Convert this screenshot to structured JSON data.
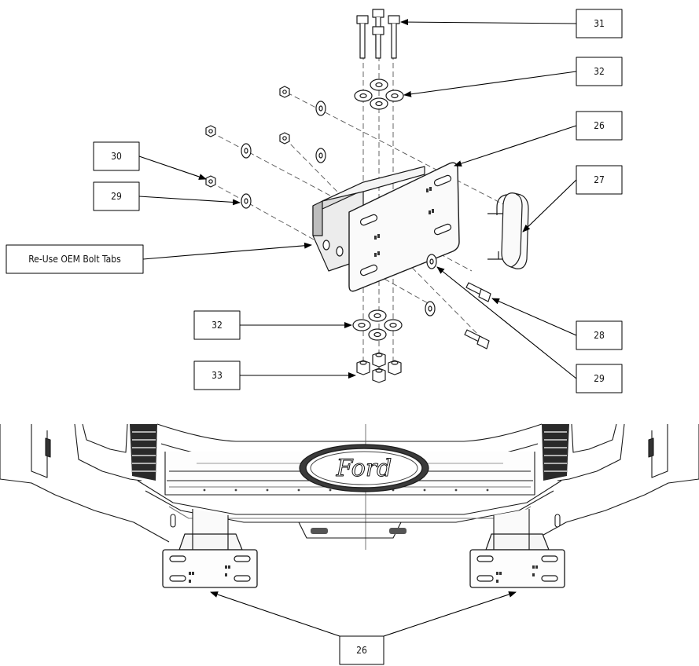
{
  "callouts": {
    "c31": "31",
    "c32_top": "32",
    "c26_top": "26",
    "c30": "30",
    "c27": "27",
    "c29_left": "29",
    "c_reuse": "Re-Use OEM Bolt Tabs",
    "c28": "28",
    "c32_bottom": "32",
    "c29_right": "29",
    "c33": "33",
    "c26_bottom": "26"
  },
  "emblem": {
    "text": "Ford"
  },
  "colors": {
    "line": "#1a1a1a",
    "fill_light": "#f2f2f2",
    "fill_mid": "#d9d9d9",
    "fill_dark": "#4a4a4a"
  }
}
